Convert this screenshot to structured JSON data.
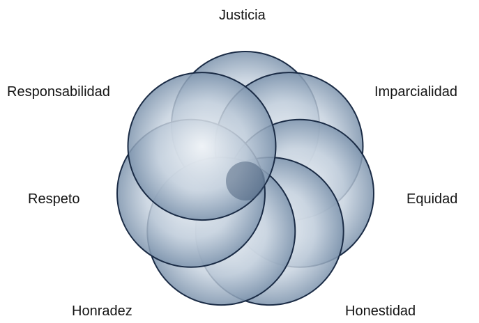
{
  "labels": {
    "justicia": "Justicia",
    "responsabilidad": "Responsabilidad",
    "imparcialidad": "Imparcialidad",
    "respeto": "Respeto",
    "equidad": "Equidad",
    "honradez": "Honradez",
    "honestidad": "Honestidad"
  },
  "colors": {
    "circle_stroke": "#1a2b45",
    "circle_fill_light": "#f3f6f9",
    "circle_fill_dark": "#6d86a2"
  }
}
